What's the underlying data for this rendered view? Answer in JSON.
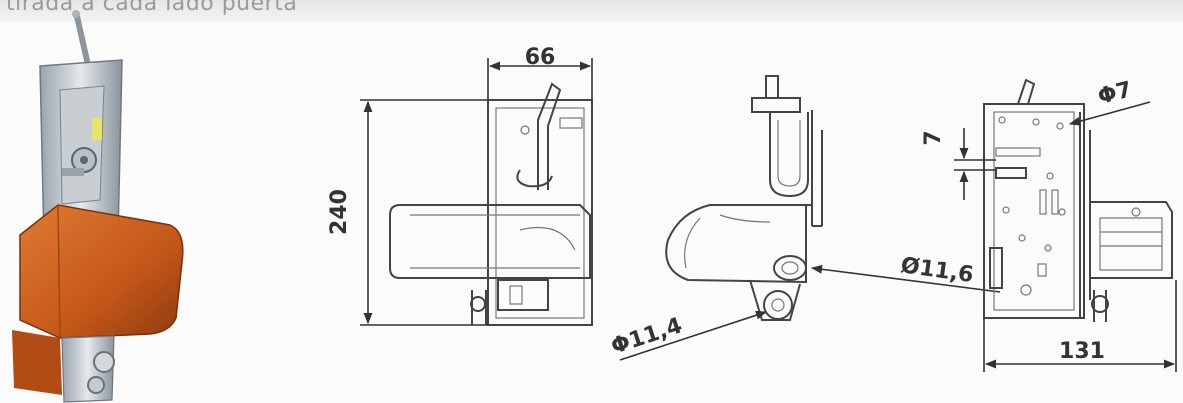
{
  "header": {
    "caption": "tirada a cada lado puerta"
  },
  "dimensions": {
    "width_top": "66",
    "height": "240",
    "hole_lower": "Φ11,4",
    "hole_upper": "Ø11,6",
    "diameter_right": "Φ7",
    "gap_right": "7",
    "width_bottom": "131"
  },
  "colors": {
    "handle_orange": "#c4581a",
    "line": "#444444"
  }
}
